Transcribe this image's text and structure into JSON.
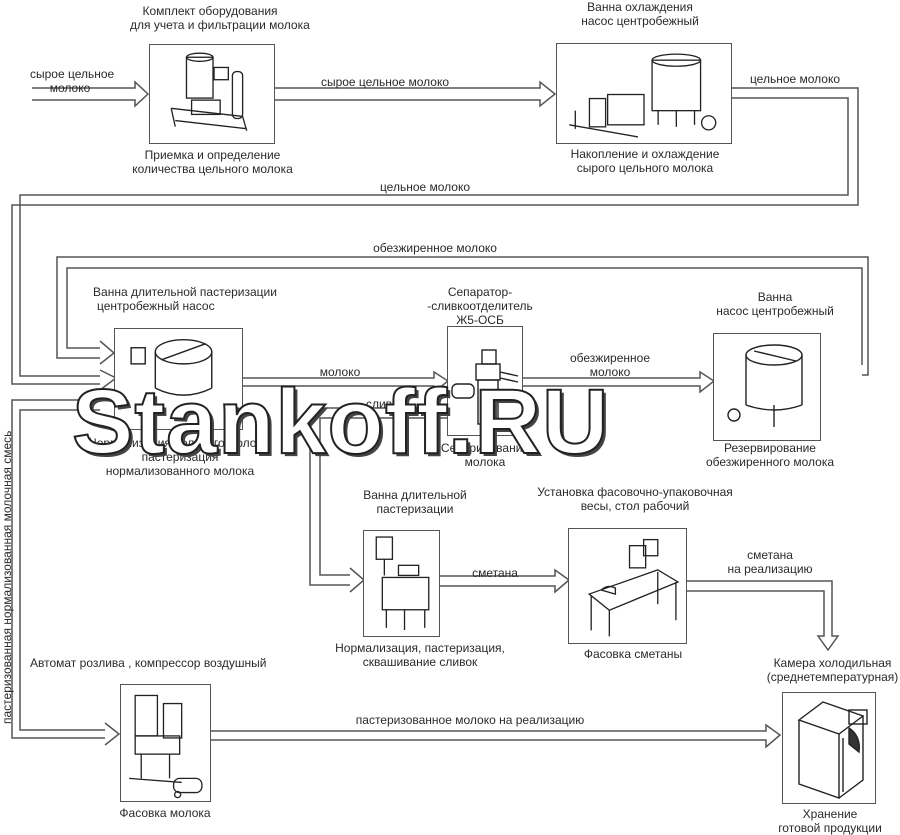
{
  "title": "Технологическая схема производства молока и сметаны",
  "watermark": "Stankoff.RU",
  "stations": {
    "reception": {
      "equipment": "Комплект оборудования",
      "equipment2": "для учета и фильтрации молока",
      "process": "Приемка и определение",
      "process2": "количества цельного молока",
      "icon": "milk-metering-filter-unit-icon"
    },
    "cooling": {
      "equipment": "Ванна охлаждения",
      "equipment2": "насос центробежный",
      "process": "Накопление и охлаждение",
      "process2": "сырого цельного молока",
      "icon": "cooling-tank-icon"
    },
    "pasteurization": {
      "equipment": "Ванна длительной пастеризации",
      "equipment2": "центробежный  насос",
      "process": "Нормализация цельного молока,",
      "process2": "пастеризация",
      "process3": "нормализованного молока",
      "icon": "pasteurization-vat-icon"
    },
    "separator": {
      "equipment": "Сепаратор-",
      "equipment2": "-сливкоотделитель",
      "equipment3": "Ж5-ОСБ",
      "process": "Сепарирование",
      "process2": "молока",
      "icon": "cream-separator-icon"
    },
    "skim_reserve": {
      "equipment": "Ванна",
      "equipment2": "насос центробежный",
      "process": "Резервирование",
      "process2": "обезжиренного молока",
      "icon": "reserve-tank-icon"
    },
    "cream_vat": {
      "equipment": "Ванна длительной",
      "equipment2": "пастеризации",
      "process": "Нормализация, пастеризация,",
      "process2": "сквашивание сливок",
      "icon": "cream-vat-icon"
    },
    "sour_cream_pack": {
      "equipment": "Установка фасовочно-упаковочная",
      "equipment2": "весы, стол рабочий",
      "process": "Фасовка  сметаны",
      "icon": "packing-table-icon"
    },
    "milk_pack": {
      "equipment": "Автомат розлива , компрессор воздушный",
      "process": "Фасовка молока",
      "icon": "bottling-machine-icon"
    },
    "storage": {
      "equipment": "Камера холодильная",
      "equipment2": "(среднетемпературная)",
      "process": "Хранение",
      "process2": "готовой продукции",
      "icon": "cold-room-icon"
    }
  },
  "flows": {
    "raw_in": "сырое цельное",
    "raw_in2": "молоко",
    "raw_to_cooling": "сырое цельное молоко",
    "whole_out": "цельное молоко",
    "whole_return": "цельное молоко",
    "skim_return": "обезжиренное молоко",
    "milk_to_sep": "молоко",
    "cream": "сливки",
    "skim_to_reserve": "обезжиренное",
    "skim_to_reserve2": "молоко",
    "sour_cream": "сметана",
    "sour_cream_sale": "сметана",
    "sour_cream_sale2": "на реализацию",
    "past_milk_sale": "пастеризованное молоко на реализацию",
    "normalized_mix": "пастеризованная нормализованная  молочная  смесь"
  },
  "colors": {
    "line": "#555555",
    "text": "#2a2a2a",
    "background": "#ffffff"
  }
}
